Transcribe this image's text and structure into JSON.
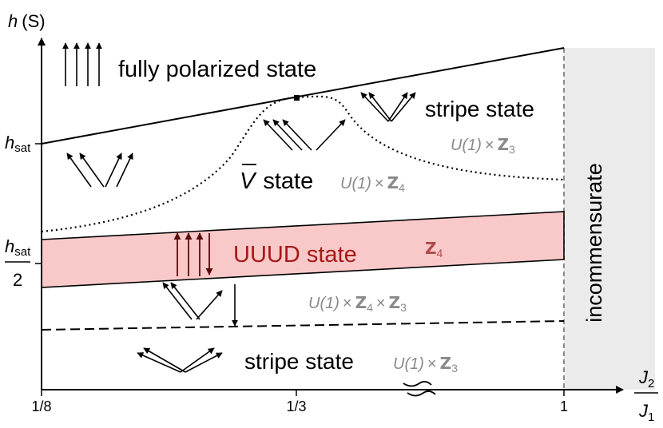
{
  "axes": {
    "y_label_h": "h",
    "y_label_S": "(S)",
    "x_label_num": "J2",
    "x_label_den": "J1",
    "x_ticks": [
      "1/8",
      "1/3",
      "1"
    ],
    "y_tick_hsat": "h",
    "y_tick_hsat_sub": "sat",
    "y_tick_half_den": "2"
  },
  "regions": {
    "fully_polarized": "fully polarized state",
    "stripe_upper": "stripe state",
    "stripe_upper_sym": [
      "U(1)",
      "×",
      "Z",
      "3"
    ],
    "vbar": "V",
    "vbar_state": "state",
    "vbar_sym": [
      "U(1)",
      "×",
      "Z",
      "4"
    ],
    "uuud": "UUUD state",
    "uuud_sym": [
      "Z",
      "4"
    ],
    "lower_sym": [
      "U(1)",
      "×",
      "Z",
      "4",
      "×",
      "Z",
      "3"
    ],
    "stripe_lower": "stripe state",
    "stripe_lower_sym": [
      "U(1)",
      "×",
      "Z",
      "3"
    ],
    "incommensurate": "incommensurate"
  },
  "colors": {
    "uuud_fill": "#f9c9c9",
    "uuud_label": "#a81717",
    "symmetry_gray": "#8a8a8a",
    "incommensurate_bg": "#ebebeb"
  }
}
